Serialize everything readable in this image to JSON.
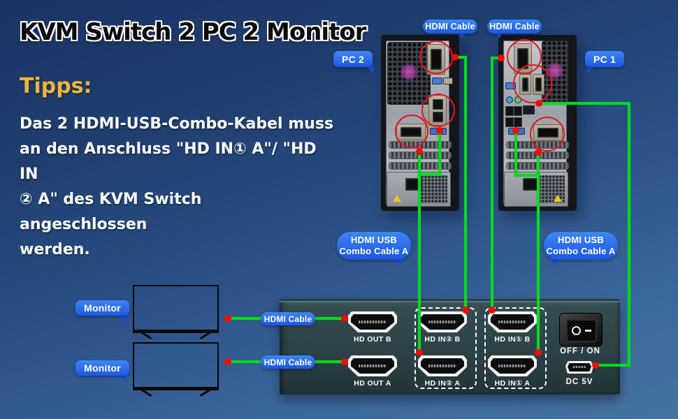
{
  "title": "KVM Switch 2 PC 2 Monitor",
  "tips": {
    "heading": "Tipps:",
    "line1": "Das 2 HDMI-USB-Combo-Kabel muss",
    "line2": "an den Anschluss \"HD IN① A\"/ \"HD IN",
    "line3": "② A\" des KVM Switch angeschlossen",
    "line4": "werden."
  },
  "labels": {
    "pc1": "PC 1",
    "pc2": "PC 2",
    "monitor": "Monitor",
    "hdmi_cable": "HDMI Cable",
    "combo_line1": "HDMI USB",
    "combo_line2": "Combo Cable A"
  },
  "kvm": {
    "port_out_b": "HD OUT B",
    "port_in2_b": "HD IN② B",
    "port_in1_b": "HD IN① B",
    "port_out_a": "HD OUT A",
    "port_in2_a": "HD IN② A",
    "port_in1_a": "HD IN① A",
    "power_label": "OFF / ON",
    "dc_label": "DC 5V"
  },
  "colors": {
    "cable_green": "#05da20",
    "dot_red": "#f50a04",
    "pill_blue": "#1e55e2",
    "tips_gold": "#eeb53e"
  }
}
